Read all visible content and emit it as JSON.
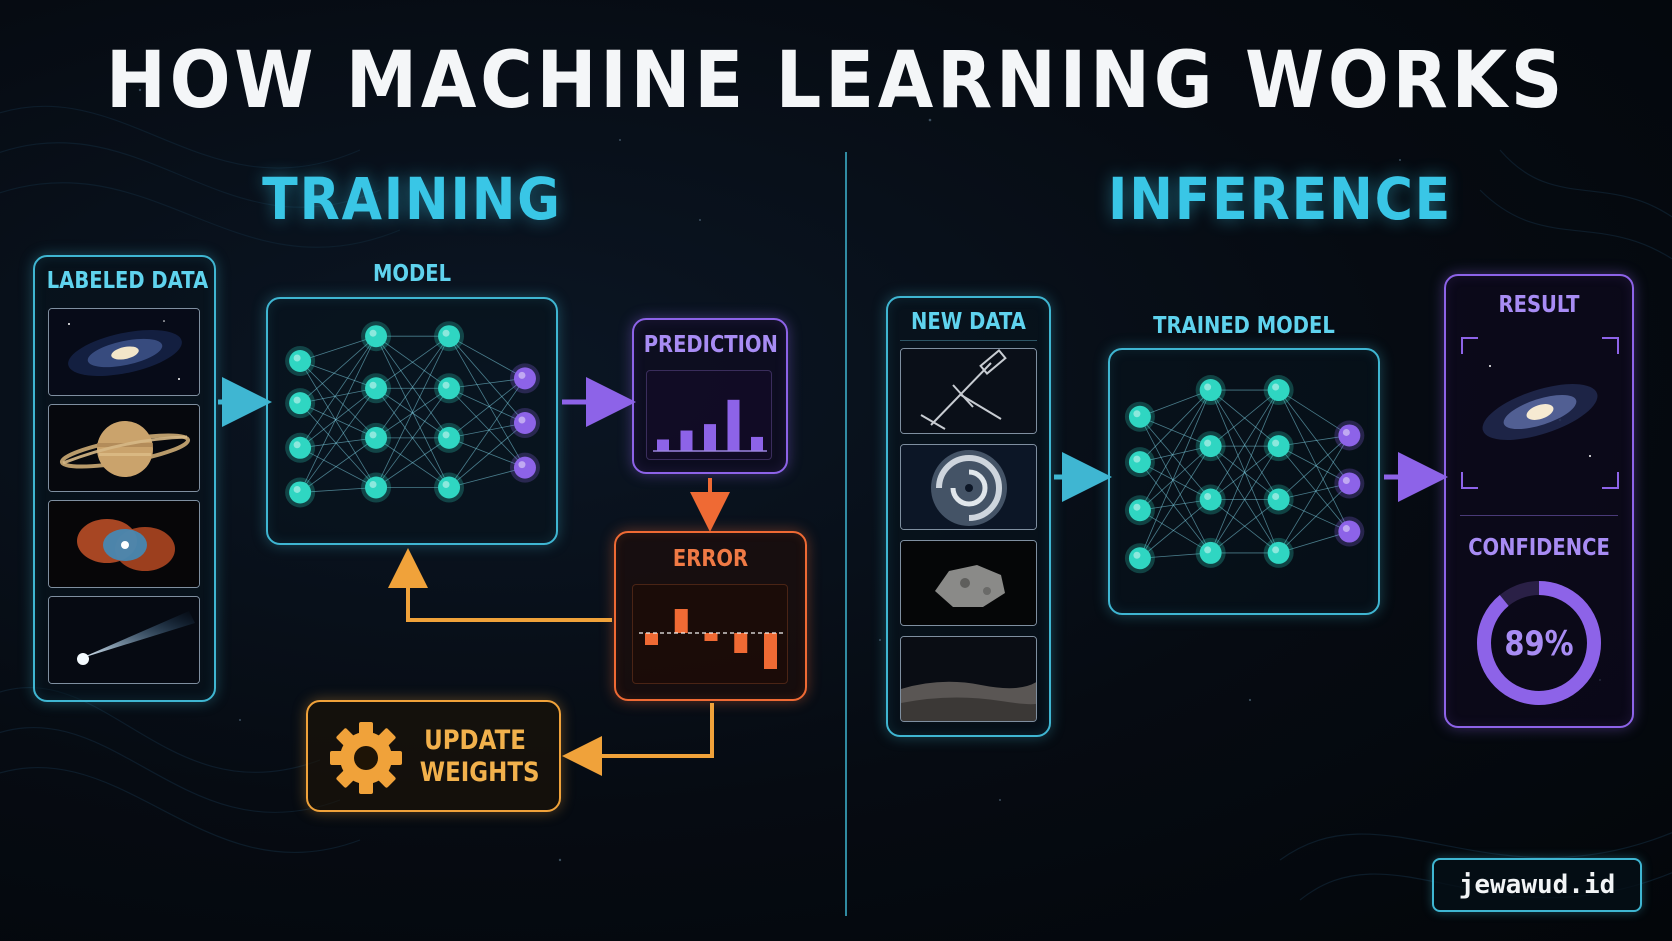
{
  "title": "HOW MACHINE LEARNING WORKS",
  "training": {
    "heading": "TRAINING",
    "labeled_data": "LABELED DATA",
    "model": "MODEL",
    "prediction": "PREDICTION",
    "error": "ERROR",
    "update_weights": [
      "UPDATE",
      "WEIGHTS"
    ]
  },
  "inference": {
    "heading": "INFERENCE",
    "new_data": "NEW DATA",
    "trained_model": "TRAINED MODEL",
    "result": "RESULT",
    "confidence_label": "CONFIDENCE",
    "confidence_value": "89%",
    "confidence_fraction": 0.89
  },
  "watermark": "jewawud.id",
  "colors": {
    "cyan": "#3fb6d2",
    "teal_node": "#2fd6c2",
    "purple": "#8d63e8",
    "orange": "#ef6a34",
    "gold": "#f0a23a"
  },
  "prediction_bars": [
    0.18,
    0.32,
    0.42,
    0.8,
    0.22
  ],
  "error_bars": [
    -0.3,
    0.6,
    -0.2,
    -0.5,
    -0.9
  ]
}
